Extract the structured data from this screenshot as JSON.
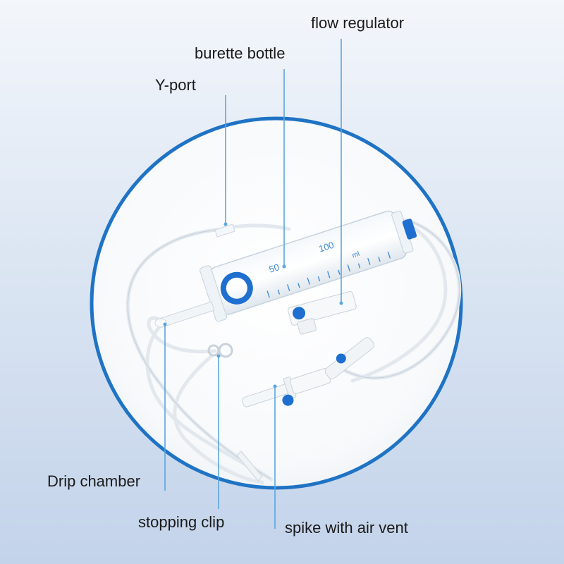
{
  "labels": {
    "flow_regulator": "flow regulator",
    "burette_bottle": "burette bottle",
    "y_port": "Y-port",
    "drip_chamber": "Drip chamber",
    "stopping_clip": "stopping clip",
    "spike_with_air_vent": "spike with air vent"
  },
  "burette_scale": {
    "mark_100": "100",
    "mark_50": "50",
    "unit": "ml"
  },
  "colors": {
    "circle_border": "#1f73c4",
    "leader_line": "#5aa6e0",
    "accent_blue": "#1e6fd0",
    "tube": "#e9eef3"
  }
}
